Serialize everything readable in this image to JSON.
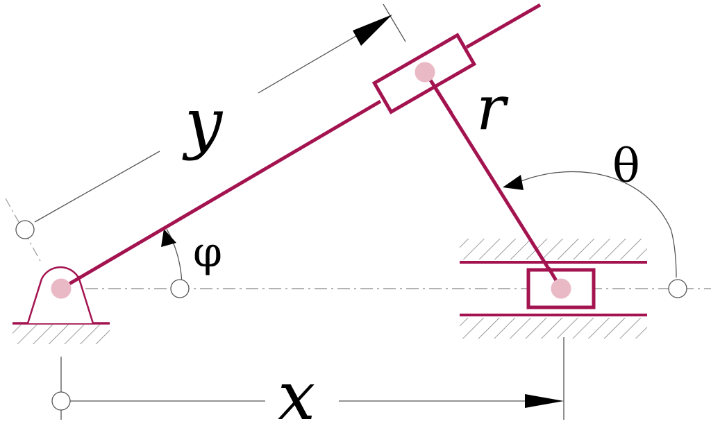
{
  "labels": {
    "y": "y",
    "r": "r",
    "theta": "θ",
    "phi": "φ",
    "x": "x"
  },
  "colors": {
    "link": "#a3134f",
    "pin_fill": "#e9b9c6",
    "thin": "#555555",
    "hatch": "#7a7a7a",
    "background": "#ffffff"
  }
}
